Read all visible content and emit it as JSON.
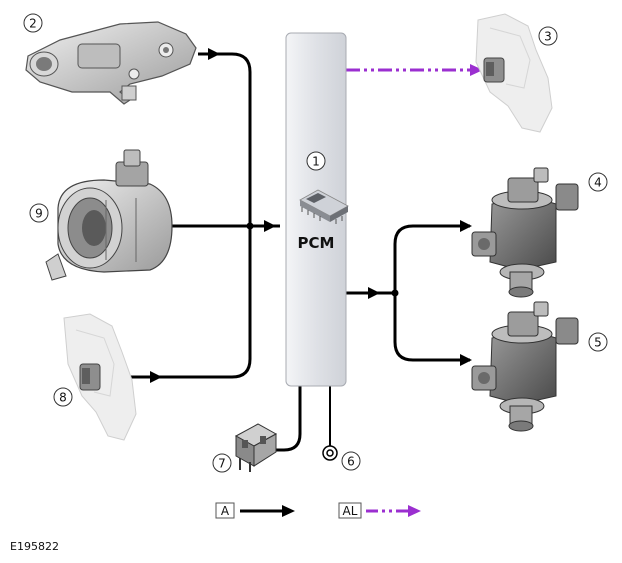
{
  "module": {
    "label": "PCM"
  },
  "callouts": [
    "1",
    "2",
    "3",
    "4",
    "5",
    "6",
    "7",
    "8",
    "9"
  ],
  "legend": {
    "a_label": "A",
    "al_label": "AL"
  },
  "figure_id": "E195822",
  "colors": {
    "hardwired": "#000000",
    "lin_bus": "#9b2fd0",
    "pcm_fill": "#e4e6ea"
  }
}
